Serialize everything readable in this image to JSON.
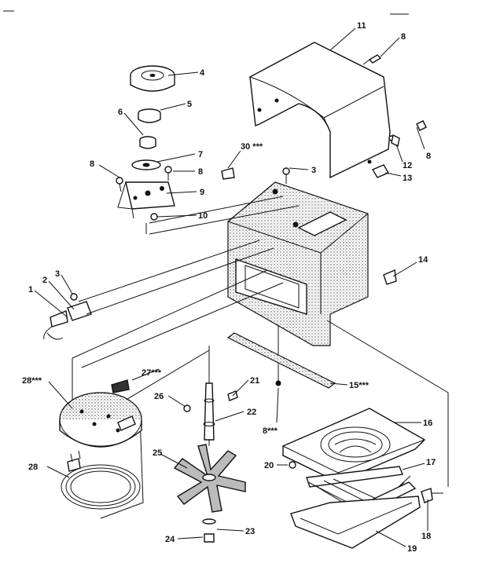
{
  "diagram": {
    "labels": {
      "l1": "1",
      "l2": "2",
      "l3a": "3",
      "l3b": "3",
      "l4": "4",
      "l5": "5",
      "l6": "6",
      "l7": "7",
      "l8a": "8",
      "l8b": "8",
      "l8c": "8",
      "l8d": "8",
      "l8e": "8***",
      "l9": "9",
      "l10": "10",
      "l11": "11",
      "l12": "12",
      "l13": "13",
      "l14": "14",
      "l15": "15***",
      "l16": "16",
      "l17": "17",
      "l18": "18",
      "l19": "19",
      "l20": "20",
      "l21": "21",
      "l22": "22",
      "l23": "23",
      "l24": "24",
      "l25": "25",
      "l26": "26",
      "l27": "27***",
      "l28a": "28***",
      "l28b": "28",
      "l30": "30 ***"
    }
  }
}
